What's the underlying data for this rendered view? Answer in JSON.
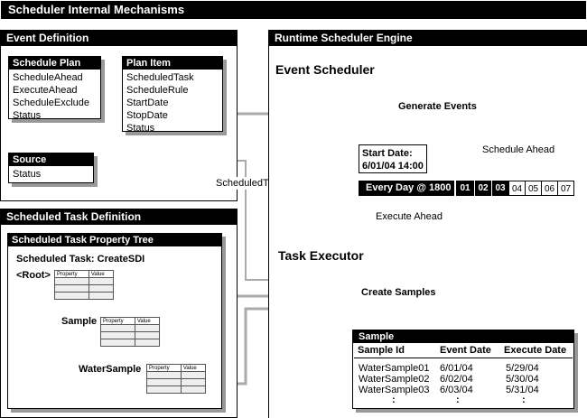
{
  "title": "Scheduler Internal Mechanisms",
  "event_definition": {
    "header": "Event Definition",
    "schedule_plan": {
      "header": "Schedule Plan",
      "fields": [
        "ScheduleAhead",
        "ExecuteAhead",
        "ScheduleExclude",
        "Status"
      ]
    },
    "plan_item": {
      "header": "Plan Item",
      "fields": [
        "ScheduledTask",
        "ScheduleRule",
        "StartDate",
        "StopDate",
        "Status"
      ]
    },
    "source": {
      "header": "Source",
      "fields": [
        "Status"
      ]
    }
  },
  "scheduled_task_label": "ScheduledTask",
  "scheduled_task_definition": {
    "header": "Scheduled Task Definition",
    "tree_header": "Scheduled Task Property Tree",
    "task_name": "Scheduled Task: CreateSDI",
    "root": "<Root>",
    "sample": "Sample",
    "water_sample": "WaterSample",
    "prop_col": "Property",
    "value_col": "Value"
  },
  "runtime": {
    "header": "Runtime Scheduler Engine",
    "event_scheduler": "Event Scheduler",
    "generate_events": "Generate Events",
    "schedule_ahead": "Schedule Ahead",
    "start_date_label": "Start Date:",
    "start_date_value": "6/01/04 14:00",
    "every_day": "Every Day @ 1800",
    "days": [
      "01",
      "02",
      "03",
      "04",
      "05",
      "06",
      "07"
    ],
    "execute_ahead": "Execute Ahead",
    "task_executor": "Task Executor",
    "create_samples": "Create Samples",
    "sample_table": {
      "header": "Sample",
      "columns": [
        "Sample Id",
        "Event Date",
        "Execute Date"
      ],
      "rows": [
        [
          "WaterSample01",
          "6/01/04",
          "5/29/04"
        ],
        [
          "WaterSample02",
          "6/02/04",
          "5/30/04"
        ],
        [
          "WaterSample03",
          "6/03/04",
          "5/31/04"
        ]
      ],
      "ellipsis": ":"
    }
  }
}
